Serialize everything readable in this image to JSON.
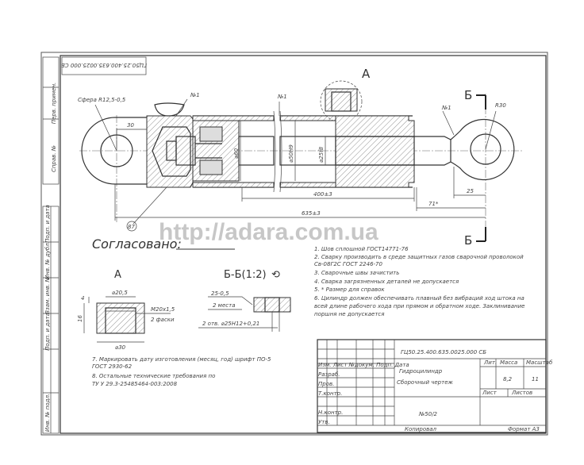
{
  "drawing": {
    "stamp_code": "ГЦ50.25.400.635.0025.000 СБ",
    "side_strip": [
      "Перв. примен.",
      "Справ. №",
      "Подп. и дата",
      "Инв. № дубл.",
      "Взам. инв. №",
      "Подп. и дата",
      "Инв. № подл."
    ],
    "main_view": {
      "sphere_label": "Сфера R12,5-0,5",
      "weld_1": "№1",
      "weld_2": "№1",
      "weld_3": "№1",
      "view_a": "А",
      "section_b_top": "Б",
      "section_b_bottom": "Б",
      "r30": "R30",
      "dim_30": "30",
      "dia_60": "⌀60",
      "dia_50": "⌀50H9",
      "dia_25": "⌀25f8",
      "dim_400": "400±3",
      "dim_635": "635±3",
      "dim_71": "71*",
      "dim_25": "25",
      "balloon": "87"
    },
    "watermark": "http://adara.com.ua",
    "approved_label": "Согласовано:",
    "detail_a": {
      "title": "А",
      "dia_20_5": "⌀20,5",
      "thread": "M20x1,5",
      "chamfers": "2 фаски",
      "dia_30": "⌀30",
      "dim_4": "4",
      "dim_16": "16"
    },
    "section_bb": {
      "title": "Б-Б(1:2)",
      "rotate_symbol": "⟲",
      "dim_25": "25-0,5",
      "places": "2 места",
      "holes": "2 отв. ⌀25H12+0,21"
    },
    "notes_left": [
      "7. Маркировать дату изготовления (месяц, год) шрифт ПО-5",
      "ГОСТ 2930-62",
      "8. Остальные технические требования по",
      "ТУ У 29.3-25485464-003:2008"
    ],
    "notes_right": [
      "1. Шов сплошной ГОСТ14771-76",
      "2. Сварку производить в среде защитных газов сварочной проволокой",
      "Св-08Г2С ГОСТ 2246-70",
      "3. Сварочные швы зачистить",
      "4. Сварка загрязненных деталей не допускается",
      "5. * Размер для справок",
      "6. Цилиндр должен обеспечивать плавный без вибраций ход штока на",
      "всей длине рабочего хода при прямом и обратном ходе. Заклинивание",
      "поршня не допускается"
    ],
    "title_block": {
      "code": "ГЦ50.25.400.635.0025.000 СБ",
      "name_line1": "Гидроцилиндр",
      "name_line2": "Сборочный чертеж",
      "number": "№50/2",
      "lit": "Лит.",
      "mass": "Масса",
      "scale": "Масштаб",
      "mass_value": "8,2",
      "scale_value": "11",
      "sheet": "Лист",
      "sheets": "Листов",
      "rows": [
        "Изм. Лист №докум. Подп. Дата",
        "Разраб.",
        "Пров.",
        "Т.контр.",
        "",
        "Н.контр.",
        "Утв."
      ],
      "copied": "Копировал",
      "format": "Формат А3"
    }
  }
}
